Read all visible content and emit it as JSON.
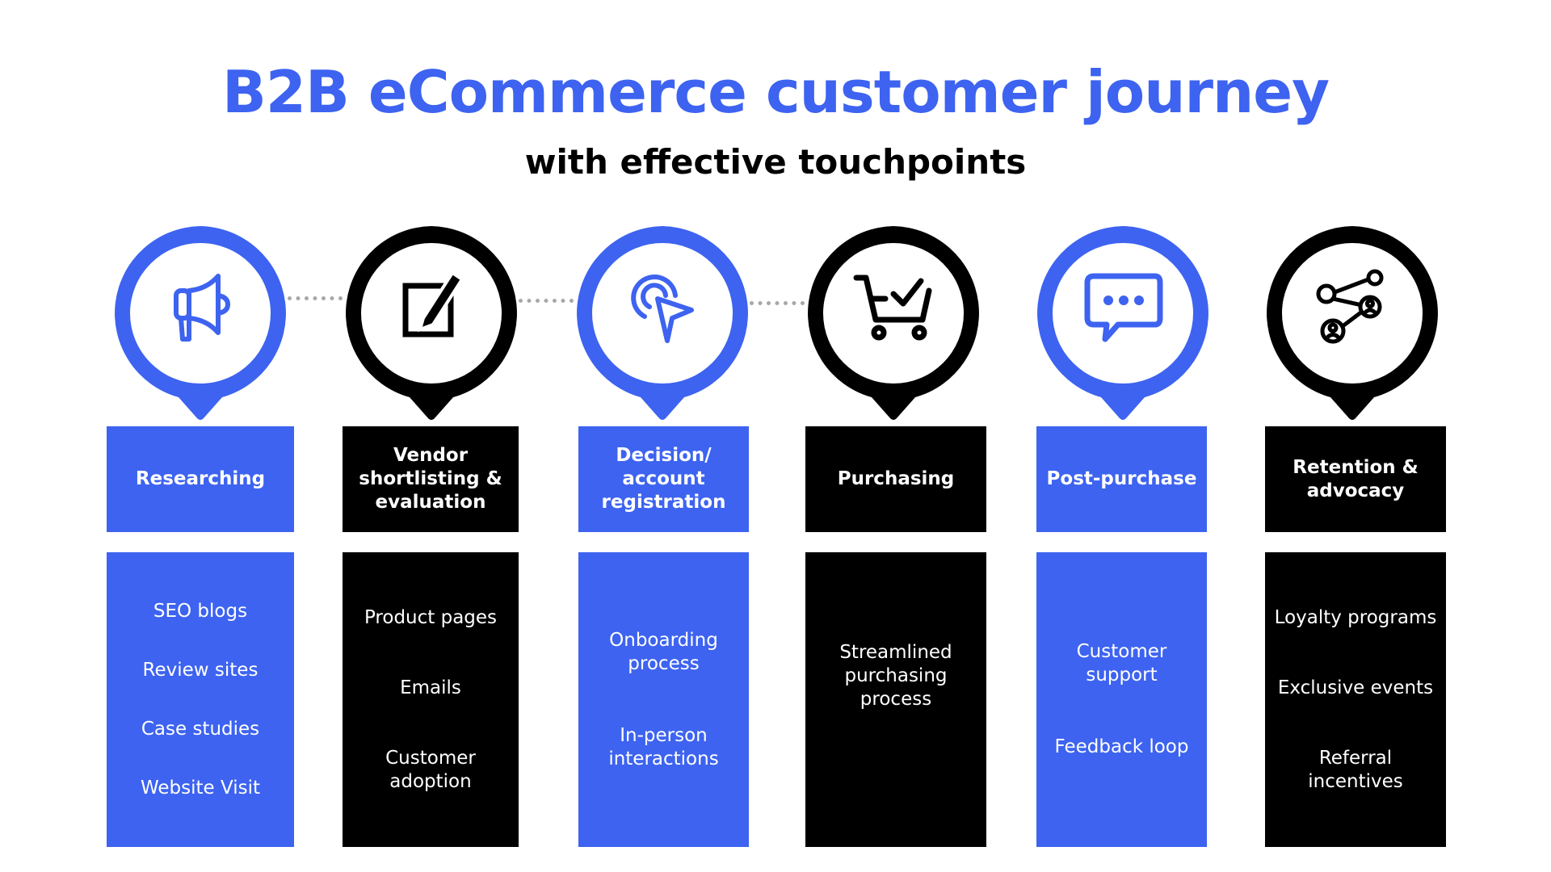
{
  "title": "B2B eCommerce customer journey",
  "subtitle": "with effective touchpoints",
  "colors": {
    "blue": "#3d63f0",
    "black": "#000000"
  },
  "stages": [
    {
      "label": "Researching",
      "icon": "megaphone-icon",
      "color": "blue",
      "touchpoints": [
        "SEO blogs",
        "Review sites",
        "Case studies",
        "Website Visit"
      ]
    },
    {
      "label": "Vendor shortlisting & evaluation",
      "icon": "edit-icon",
      "color": "black",
      "touchpoints": [
        "Product pages",
        "Emails",
        "Customer adoption"
      ]
    },
    {
      "label": "Decision/ account registration",
      "icon": "click-cursor-icon",
      "color": "blue",
      "touchpoints": [
        "Onboarding process",
        "In-person interactions"
      ]
    },
    {
      "label": "Purchasing",
      "icon": "cart-check-icon",
      "color": "black",
      "touchpoints": [
        "Streamlined purchasing process"
      ]
    },
    {
      "label": "Post-purchase",
      "icon": "chat-bubble-icon",
      "color": "blue",
      "touchpoints": [
        "Customer support",
        "Feedback loop"
      ]
    },
    {
      "label": "Retention & advocacy",
      "icon": "share-network-icon",
      "color": "black",
      "touchpoints": [
        "Loyalty programs",
        "Exclusive events",
        "Referral incentives"
      ]
    }
  ]
}
